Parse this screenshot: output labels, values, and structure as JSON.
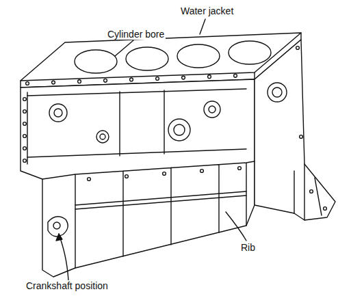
{
  "diagram": {
    "labels": [
      "Water jacket",
      "Cylinder bore",
      "Crankshaft position",
      "Rib"
    ]
  }
}
